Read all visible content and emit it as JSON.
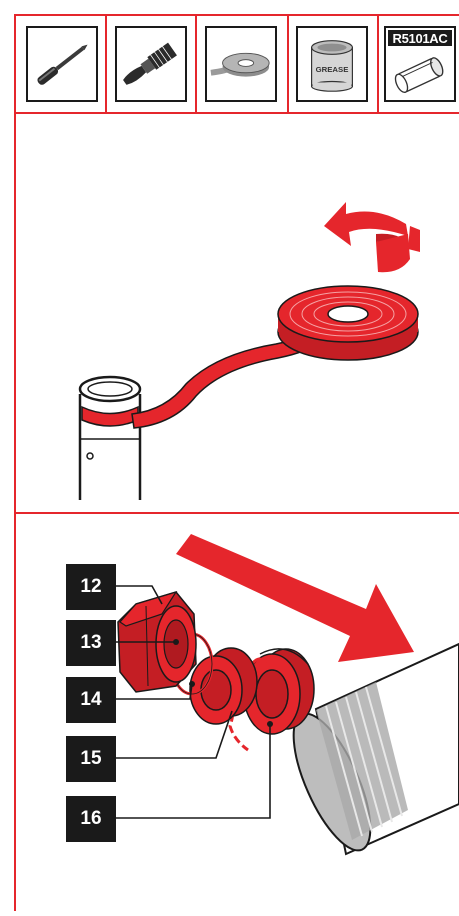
{
  "tools": [
    {
      "icon": "screwdriver-icon"
    },
    {
      "icon": "paintbrush-icon"
    },
    {
      "icon": "tape-roll-icon"
    },
    {
      "icon": "grease-can-icon",
      "label": "GREASE"
    },
    {
      "icon": "sleeve-tool-icon",
      "code": "R5101AC"
    }
  ],
  "step2": {
    "illustration": "tape-wrap-on-threaded-pipe",
    "arrow": "rotate-direction-arrow-icon"
  },
  "step3": {
    "callouts": [
      "12",
      "13",
      "14",
      "15",
      "16"
    ],
    "parts": [
      "compression-nut",
      "split-ring",
      "sleeve",
      "spring-ring",
      "seal-ring"
    ],
    "arrow": "assembly-direction-arrow-icon"
  },
  "colors": {
    "accent": "#e5262c",
    "ink": "#1a1a1a",
    "grey": "#9a9a9a"
  }
}
